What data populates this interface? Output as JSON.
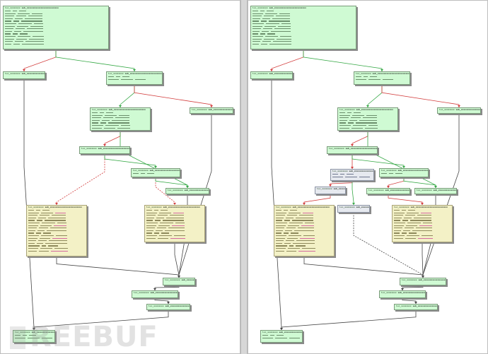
{
  "watermark": {
    "text": "REEBUF"
  },
  "colors": {
    "node_green": "#cffad3",
    "node_yellow": "#f3f1c6",
    "node_grey": "#e6e9ef",
    "edge_true": "#35a845",
    "edge_false": "#d23c3c",
    "edge_uncond": "#444444"
  },
  "node_label": "loc_xxxxxxxx",
  "node_title": "sub_xxxxxxxxxxxxxxxxxxxxxxxxx"
}
